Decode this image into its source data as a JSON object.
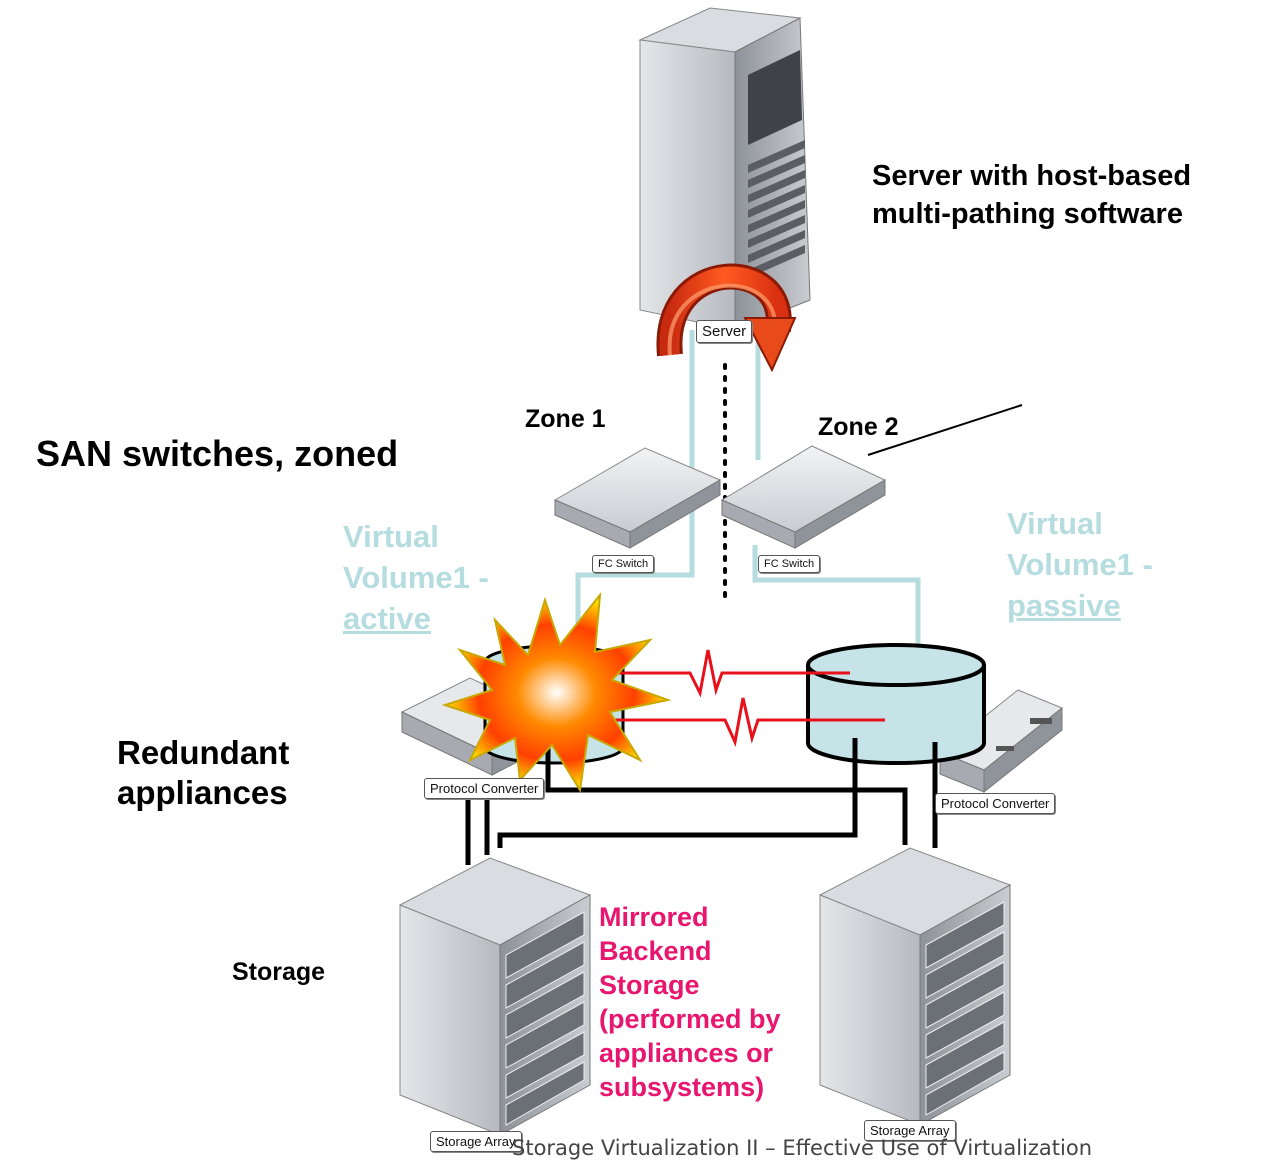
{
  "labels": {
    "server_desc_line1": "Server with host-based",
    "server_desc_line2": "multi-pathing software",
    "san_switches": "SAN switches, zoned",
    "zone1": "Zone 1",
    "zone2": "Zone 2",
    "vv_active_line1": "Virtual",
    "vv_active_line2": "Volume1 -",
    "vv_active_line3": "active",
    "vv_passive_line1": "Virtual",
    "vv_passive_line2": "Volume1 -",
    "vv_passive_line3": "passive",
    "redundant_line1": "Redundant",
    "redundant_line2": "appliances",
    "storage": "Storage",
    "mirrored_line1": "Mirrored",
    "mirrored_line2": "Backend",
    "mirrored_line3": "Storage",
    "mirrored_line4": "(performed by",
    "mirrored_line5": "appliances or",
    "mirrored_line6": "subsystems)"
  },
  "device_tags": {
    "server": "Server",
    "fc_switch_left": "FC Switch",
    "fc_switch_right": "FC Switch",
    "protocol_converter_left": "Protocol Converter",
    "protocol_converter_right": "Protocol Converter",
    "storage_array_left": "Storage Array",
    "storage_array_right": "Storage Array"
  },
  "footer": "Storage Virtualization II – Effective Use of Virtualization",
  "colors": {
    "path_cyan": "#b5dcdf",
    "volume_fill": "#c6e3e8",
    "link_red": "#e8101a",
    "arrow_orange": "#e8401a",
    "mirror_pink": "#e8166e",
    "cable_black": "#000000"
  }
}
